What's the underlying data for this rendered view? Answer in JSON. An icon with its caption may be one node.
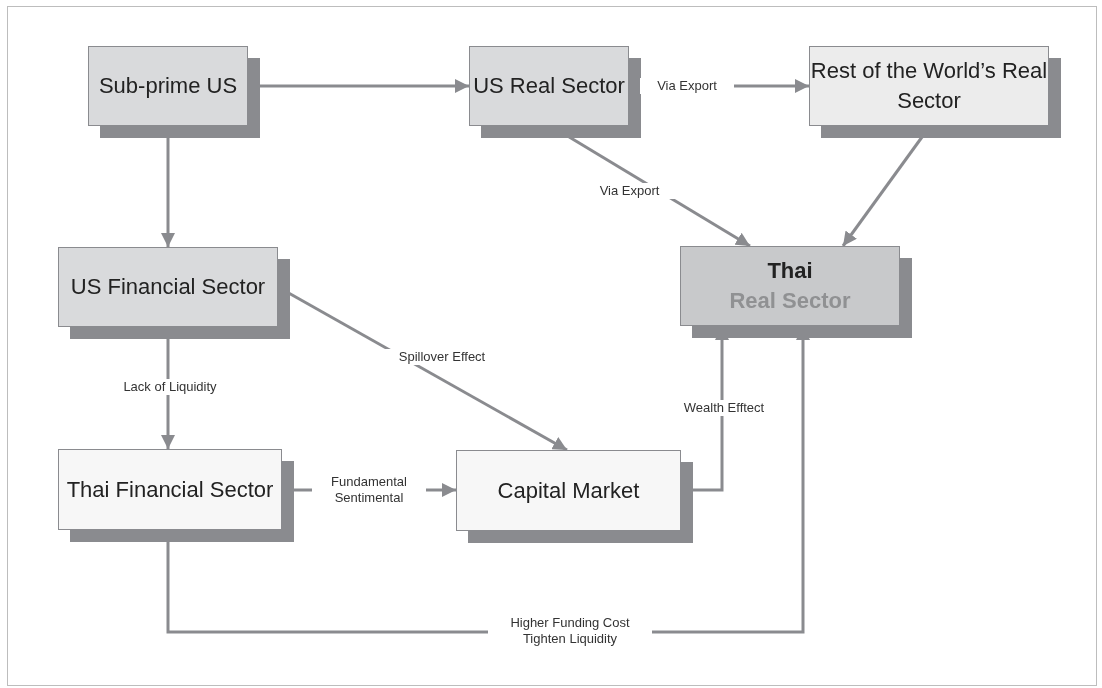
{
  "diagram": {
    "nodes": [
      {
        "text": [
          "Sub-prime US"
        ]
      },
      {
        "text": [
          "US Real Sector"
        ]
      },
      {
        "text": [
          "Rest of the World’s Real Sector"
        ]
      },
      {
        "text": [
          "Thai",
          "Real Sector"
        ]
      },
      {
        "text": [
          "US Financial Sector"
        ]
      },
      {
        "text": [
          "Thai Financial Sector"
        ]
      },
      {
        "text": [
          "Capital Market"
        ]
      }
    ],
    "edges": [
      {
        "from": 0,
        "to": 1,
        "arrow": "to"
      },
      {
        "from": 1,
        "to": 2,
        "arrow": "to",
        "label": "Via Export"
      },
      {
        "from": 1,
        "to": 3,
        "arrow": "to",
        "label": "Via Export"
      },
      {
        "from": 2,
        "to": 3,
        "arrow": "to"
      },
      {
        "from": 0,
        "to": 4,
        "arrow": "to"
      },
      {
        "from": 4,
        "to": 6,
        "arrow": "to",
        "label": "Spillover Effect"
      },
      {
        "from": 4,
        "to": 5,
        "arrow": "to",
        "label": "Lack of Liquidity"
      },
      {
        "from": 5,
        "to": 6,
        "arrow": "to",
        "label": "Fundamental Sentimental"
      },
      {
        "from": 6,
        "to": 3,
        "arrow": "to",
        "label": "Wealth Efftect"
      },
      {
        "from": 5,
        "to": 3,
        "arrow": "to",
        "label": "Higher Funding Cost Tighten Liquidity"
      }
    ]
  }
}
